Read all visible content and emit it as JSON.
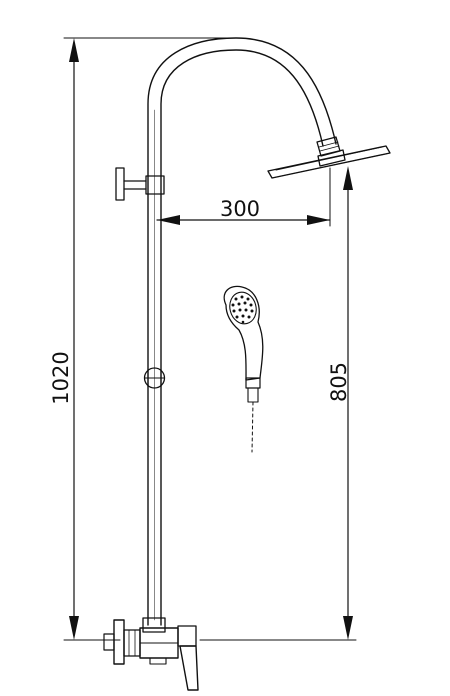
{
  "dimensions": {
    "total_height": "1020",
    "overhead_reach": "300",
    "head_height": "805"
  }
}
